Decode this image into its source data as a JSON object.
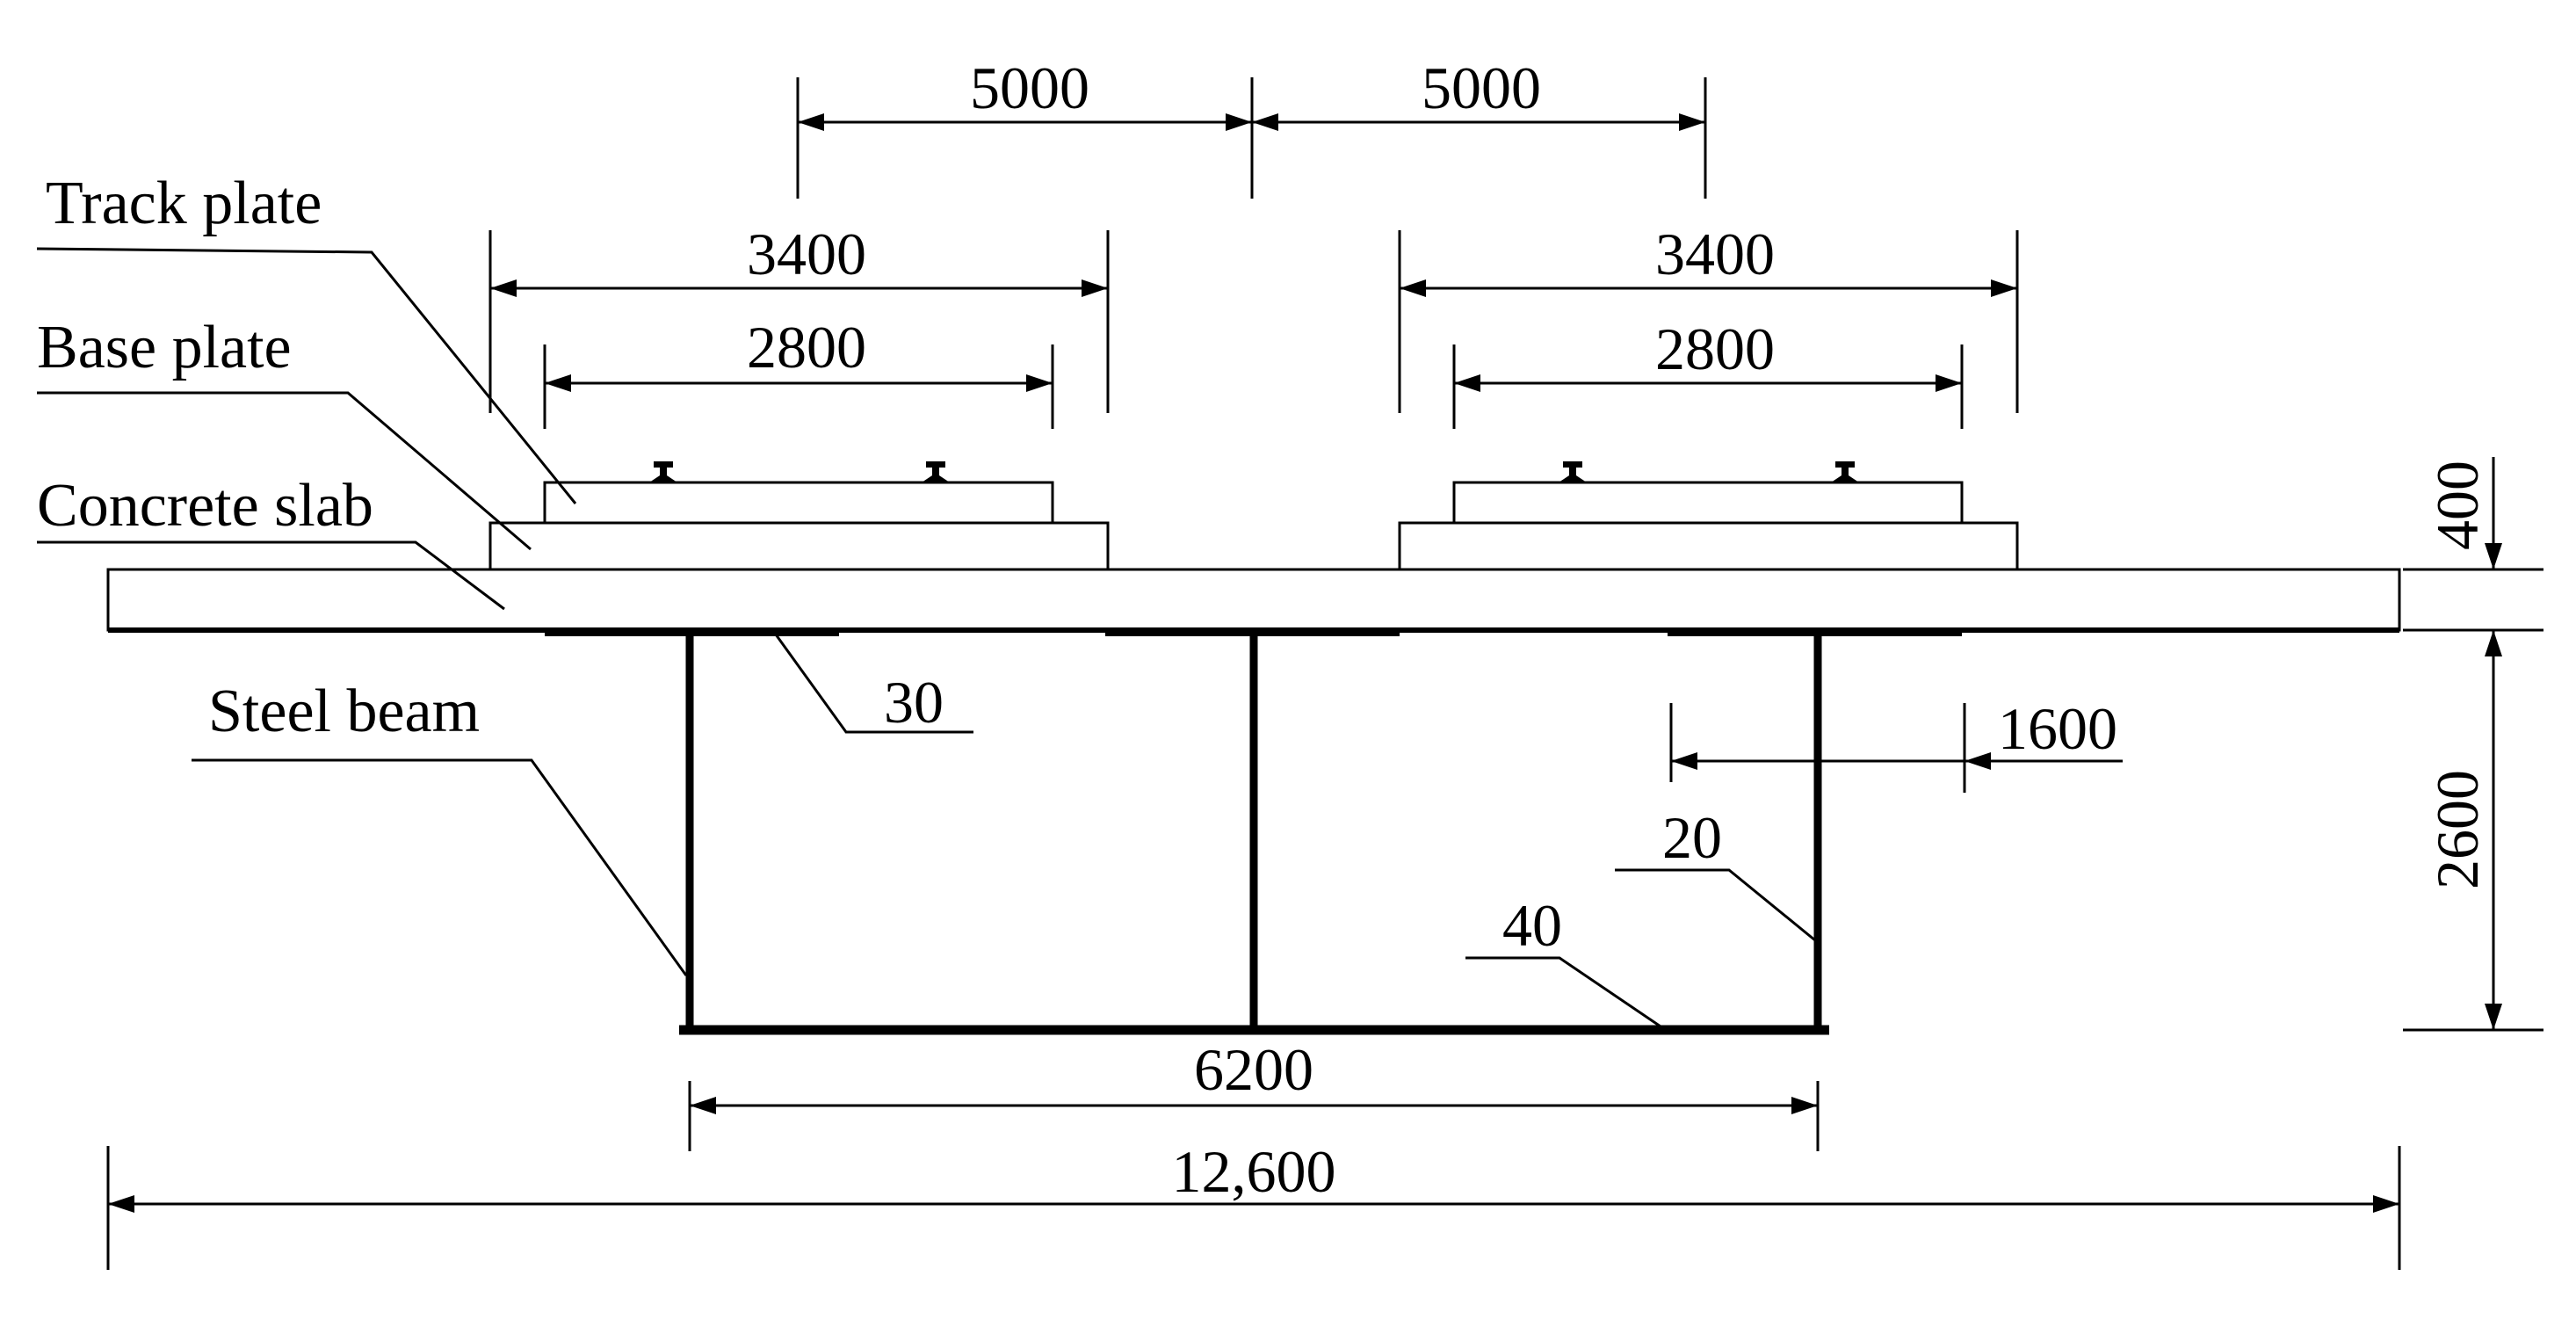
{
  "labels": {
    "track_plate": "Track plate",
    "base_plate": "Base plate",
    "concrete_slab": "Concrete slab",
    "steel_beam": "Steel beam"
  },
  "dimensions": {
    "track_spacing_left": "5000",
    "track_spacing_right": "5000",
    "base_width_left": "3400",
    "base_width_right": "3400",
    "track_width_left": "2800",
    "track_width_right": "2800",
    "slab_thickness": "400",
    "beam_height": "2600",
    "top_flange_thickness": "30",
    "flange_width": "1600",
    "web_thickness": "20",
    "bottom_flange_thickness": "40",
    "beam_width": "6200",
    "total_width": "12,600"
  },
  "colors": {
    "line": "#000000",
    "background": "#ffffff"
  }
}
